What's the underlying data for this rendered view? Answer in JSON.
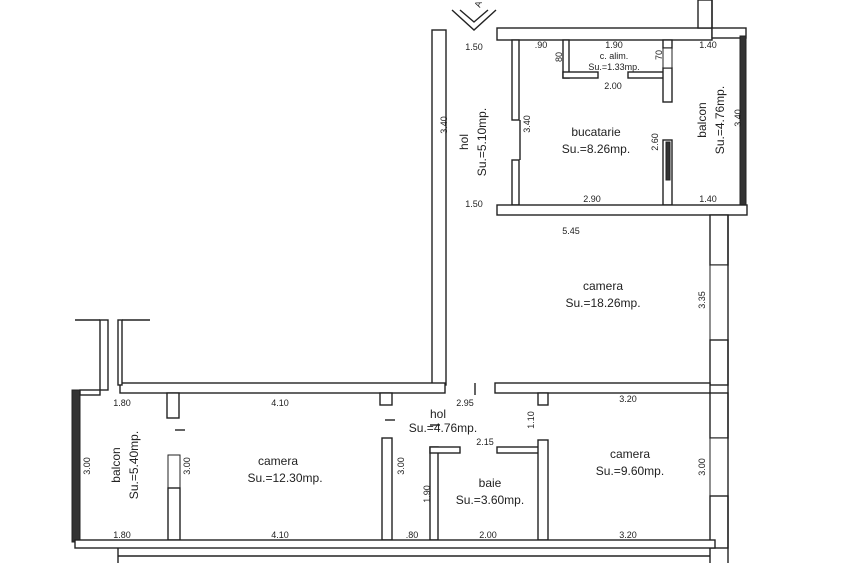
{
  "north_marker": "A",
  "rooms": {
    "hol_top": {
      "name": "hol",
      "area": "Su.=5.10mp."
    },
    "bucatarie": {
      "name": "bucatarie",
      "area": "Su.=8.26mp."
    },
    "camara": {
      "name": "c. alim.",
      "area": "Su.=1.33mp."
    },
    "balcon_top": {
      "name": "balcon",
      "area": "Su.=4.76mp."
    },
    "camera_large": {
      "name": "camera",
      "area": "Su.=18.26mp."
    },
    "balcon_bottom": {
      "name": "balcon",
      "area": "Su.=5.40mp."
    },
    "camera_left": {
      "name": "camera",
      "area": "Su.=12.30mp."
    },
    "hol_bottom": {
      "name": "hol",
      "area": "Su.=4.76mp."
    },
    "baie": {
      "name": "baie",
      "area": "Su.=3.60mp."
    },
    "camera_right": {
      "name": "camera",
      "area": "Su.=9.60mp."
    }
  },
  "dimensions": {
    "hol_top_w": "1.50",
    "hol_top_h": "3.40",
    "hol_bottom_w": "1.50",
    "kitchen_top": ".90",
    "kitchen_side": "3.40",
    "kitchen_bottom": "2.90",
    "kitchen_right": "2.60",
    "camara_top": "1.90",
    "camara_left": "80",
    "camara_right": "70",
    "camara_bottom": "2.00",
    "balcon_top_top": "1.40",
    "balcon_top_side": "3.40",
    "balcon_top_bottom": "1.40",
    "camera_large_w": "5.45",
    "camera_large_h": "3.35",
    "balcon_bottom_top": "1.80",
    "balcon_bottom_side": "3.00",
    "balcon_bottom_bottom": "1.80",
    "camera_left_top": "4.10",
    "camera_left_side": "3.00",
    "camera_left_bottom": "4.10",
    "hol_bottom_top": "2.95",
    "hol_bottom_side": "3.00",
    "hol_bottom_inner": "1.90",
    "hol_bottom_bottom": ".80",
    "hol_bottom_door": "1.10",
    "baie_top": "2.15",
    "baie_bottom": "2.00",
    "camera_right_top": "3.20",
    "camera_right_side": "3.00",
    "camera_right_bottom": "3.20"
  }
}
